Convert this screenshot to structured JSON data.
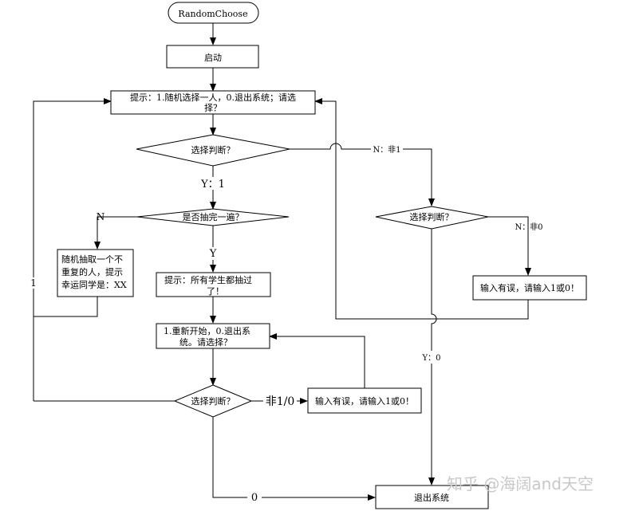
{
  "nodes": {
    "start": "RandomChoose",
    "launch": "启动",
    "prompt1_line1": "提示：1.随机选择一人，0.退出系统；请选",
    "prompt1_line2": "择？",
    "decision1": "选择判断？",
    "decision_done": "是否抽完一遍？",
    "random_pick_line1": "随机抽取一个不",
    "random_pick_line2": "重复的人，提示",
    "random_pick_line3": "幸运同学是：XX",
    "all_drawn_line1": "提示：所有学生都抽过",
    "all_drawn_line2": "了！",
    "restart_line1": "1.重新开始，0.退出系",
    "restart_line2": "统。请选择？",
    "decision3": "选择判断？",
    "error3": "输入有误，请输入1或0！",
    "decision2": "选择判断？",
    "error2": "输入有误，请输入1或0！",
    "exit": "退出系统"
  },
  "edge_labels": {
    "y1": "Y：1",
    "n_non1": "N：非1",
    "n_left": "N",
    "y_down": "Y",
    "loop_one": "1",
    "n_non0": "N：非0",
    "y0": "Y：0",
    "non_1_0": "非1/0",
    "zero": "0"
  },
  "watermark": "知乎 @海阔and天空",
  "colors": {
    "line": "#000000",
    "box_fill": "#ffffff",
    "watermark": "#c8c8c8"
  }
}
